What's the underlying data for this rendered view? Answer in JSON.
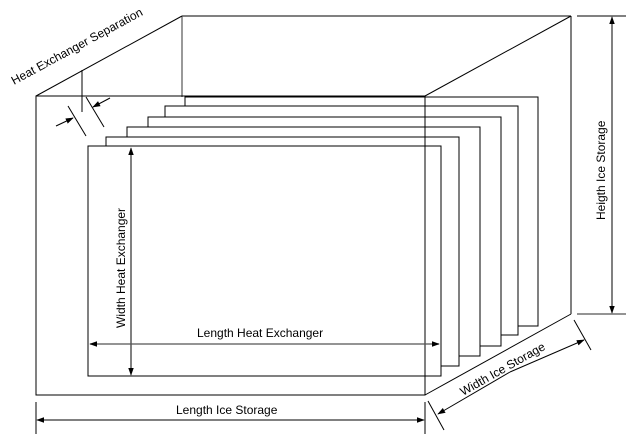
{
  "diagram": {
    "title": "Ice storage with heat exchanger plates",
    "plate_count": 6,
    "labels": {
      "heat_exchanger_separation": "Heat Exchanger Separation",
      "width_heat_exchanger": "Width Heat Exchanger",
      "length_heat_exchanger": "Length Heat Exchanger",
      "length_ice_storage": "Length Ice Storage",
      "width_ice_storage": "Width Ice Storage",
      "height_ice_storage": "Heigth Ice Storage"
    },
    "colors": {
      "line": "#000000",
      "background": "#ffffff"
    }
  }
}
